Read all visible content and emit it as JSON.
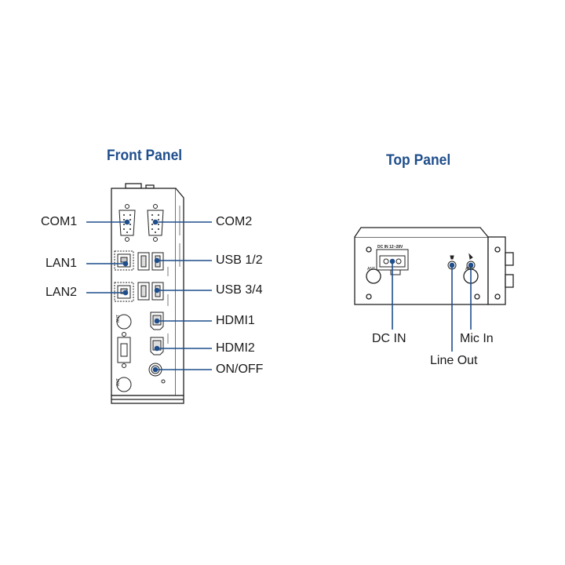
{
  "front_panel": {
    "title": "Front Panel",
    "labels": {
      "com1": "COM1",
      "com2": "COM2",
      "lan1": "LAN1",
      "lan2": "LAN2",
      "usb12": "USB 1/2",
      "usb34": "USB 3/4",
      "hdmi1": "HDMI1",
      "hdmi2": "HDMI2",
      "onoff": "ON/OFF"
    },
    "silkscreen": {
      "ant": "ANT"
    }
  },
  "top_panel": {
    "title": "Top Panel",
    "labels": {
      "dcin": "DC IN",
      "micin": "Mic In",
      "lineout": "Line Out"
    },
    "silkscreen": {
      "dc_rating": "DC IN 12~28V",
      "ant": "ANT"
    }
  },
  "colors": {
    "title": "#1f4e8c",
    "callout_line": "#1f4e8c",
    "outline": "#222222"
  }
}
